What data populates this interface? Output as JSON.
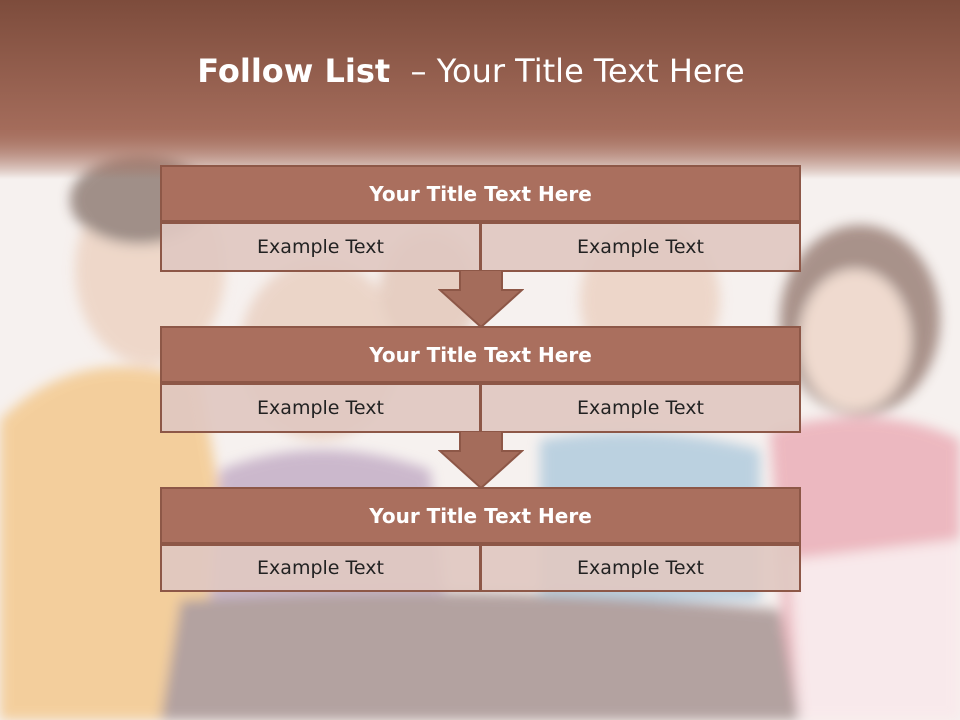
{
  "title": {
    "bold": "Follow List",
    "rest": "  – Your Title Text Here"
  },
  "blocks": [
    {
      "heading": "Your Title Text Here",
      "cells": [
        "Example Text",
        "Example Text"
      ]
    },
    {
      "heading": "Your Title Text Here",
      "cells": [
        "Example Text",
        "Example Text"
      ]
    },
    {
      "heading": "Your Title Text Here",
      "cells": [
        "Example Text",
        "Example Text"
      ]
    }
  ],
  "colors": {
    "header": "#a46c5b",
    "block_fill": "#aa6f5e",
    "block_border": "#8d5747",
    "cell_fill": "#e0c8c1"
  },
  "icons": [
    "down-arrow-icon",
    "down-arrow-icon"
  ]
}
